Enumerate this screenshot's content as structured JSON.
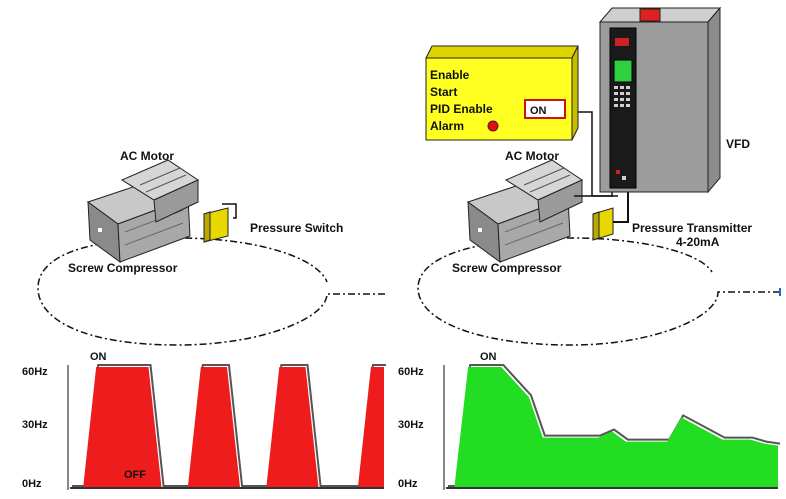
{
  "left": {
    "motor_label": "AC Motor",
    "switch_label": "Pressure Switch",
    "compressor_label": "Screw Compressor",
    "chart": {
      "y_ticks": [
        "60Hz",
        "30Hz",
        "0Hz"
      ],
      "on_label": "ON",
      "off_label": "OFF"
    }
  },
  "right": {
    "motor_label": "AC Motor",
    "transmitter_label": "Pressure Transmitter",
    "transmitter_range": "4-20mA",
    "compressor_label": "Screw Compressor",
    "vfd_label": "VFD",
    "panel": {
      "lines": [
        "Enable",
        "Start",
        "PID Enable",
        "Alarm"
      ],
      "on_badge": "ON"
    },
    "chart": {
      "y_ticks": [
        "60Hz",
        "30Hz",
        "0Hz"
      ],
      "on_label": "ON"
    }
  },
  "colors": {
    "on_off_fill": "#ee1c1c",
    "vfd_fill": "#22dd22",
    "panel_yellow": "#ffff22",
    "sensor_yellow": "#e8d800",
    "alarm_red": "#dd1111",
    "vfd_body": "#1a1a1a"
  },
  "chart_data": [
    {
      "type": "area",
      "series": [
        {
          "x": [
            0,
            0.5,
            1,
            3,
            3.5,
            4.5,
            5,
            6,
            6.5,
            7.5,
            8,
            9,
            9.5,
            11,
            11.5,
            12
          ],
          "values": [
            0,
            0,
            60,
            60,
            0,
            0,
            60,
            60,
            0,
            0,
            60,
            60,
            0,
            0,
            60,
            60
          ]
        }
      ],
      "y_ticks": [
        "60Hz",
        "30Hz",
        "0Hz"
      ],
      "ylim": [
        0,
        60
      ]
    },
    {
      "type": "area",
      "series": [
        {
          "x": [
            0,
            0.3,
            0.8,
            2,
            3,
            3.5,
            5.5,
            6,
            6.5,
            8,
            8.5,
            10,
            11,
            11.5,
            12
          ],
          "values": [
            0,
            0,
            60,
            60,
            45,
            25,
            25,
            28,
            23,
            23,
            35,
            24,
            24,
            22,
            21
          ]
        }
      ],
      "y_ticks": [
        "60Hz",
        "30Hz",
        "0Hz"
      ],
      "ylim": [
        0,
        60
      ]
    }
  ]
}
